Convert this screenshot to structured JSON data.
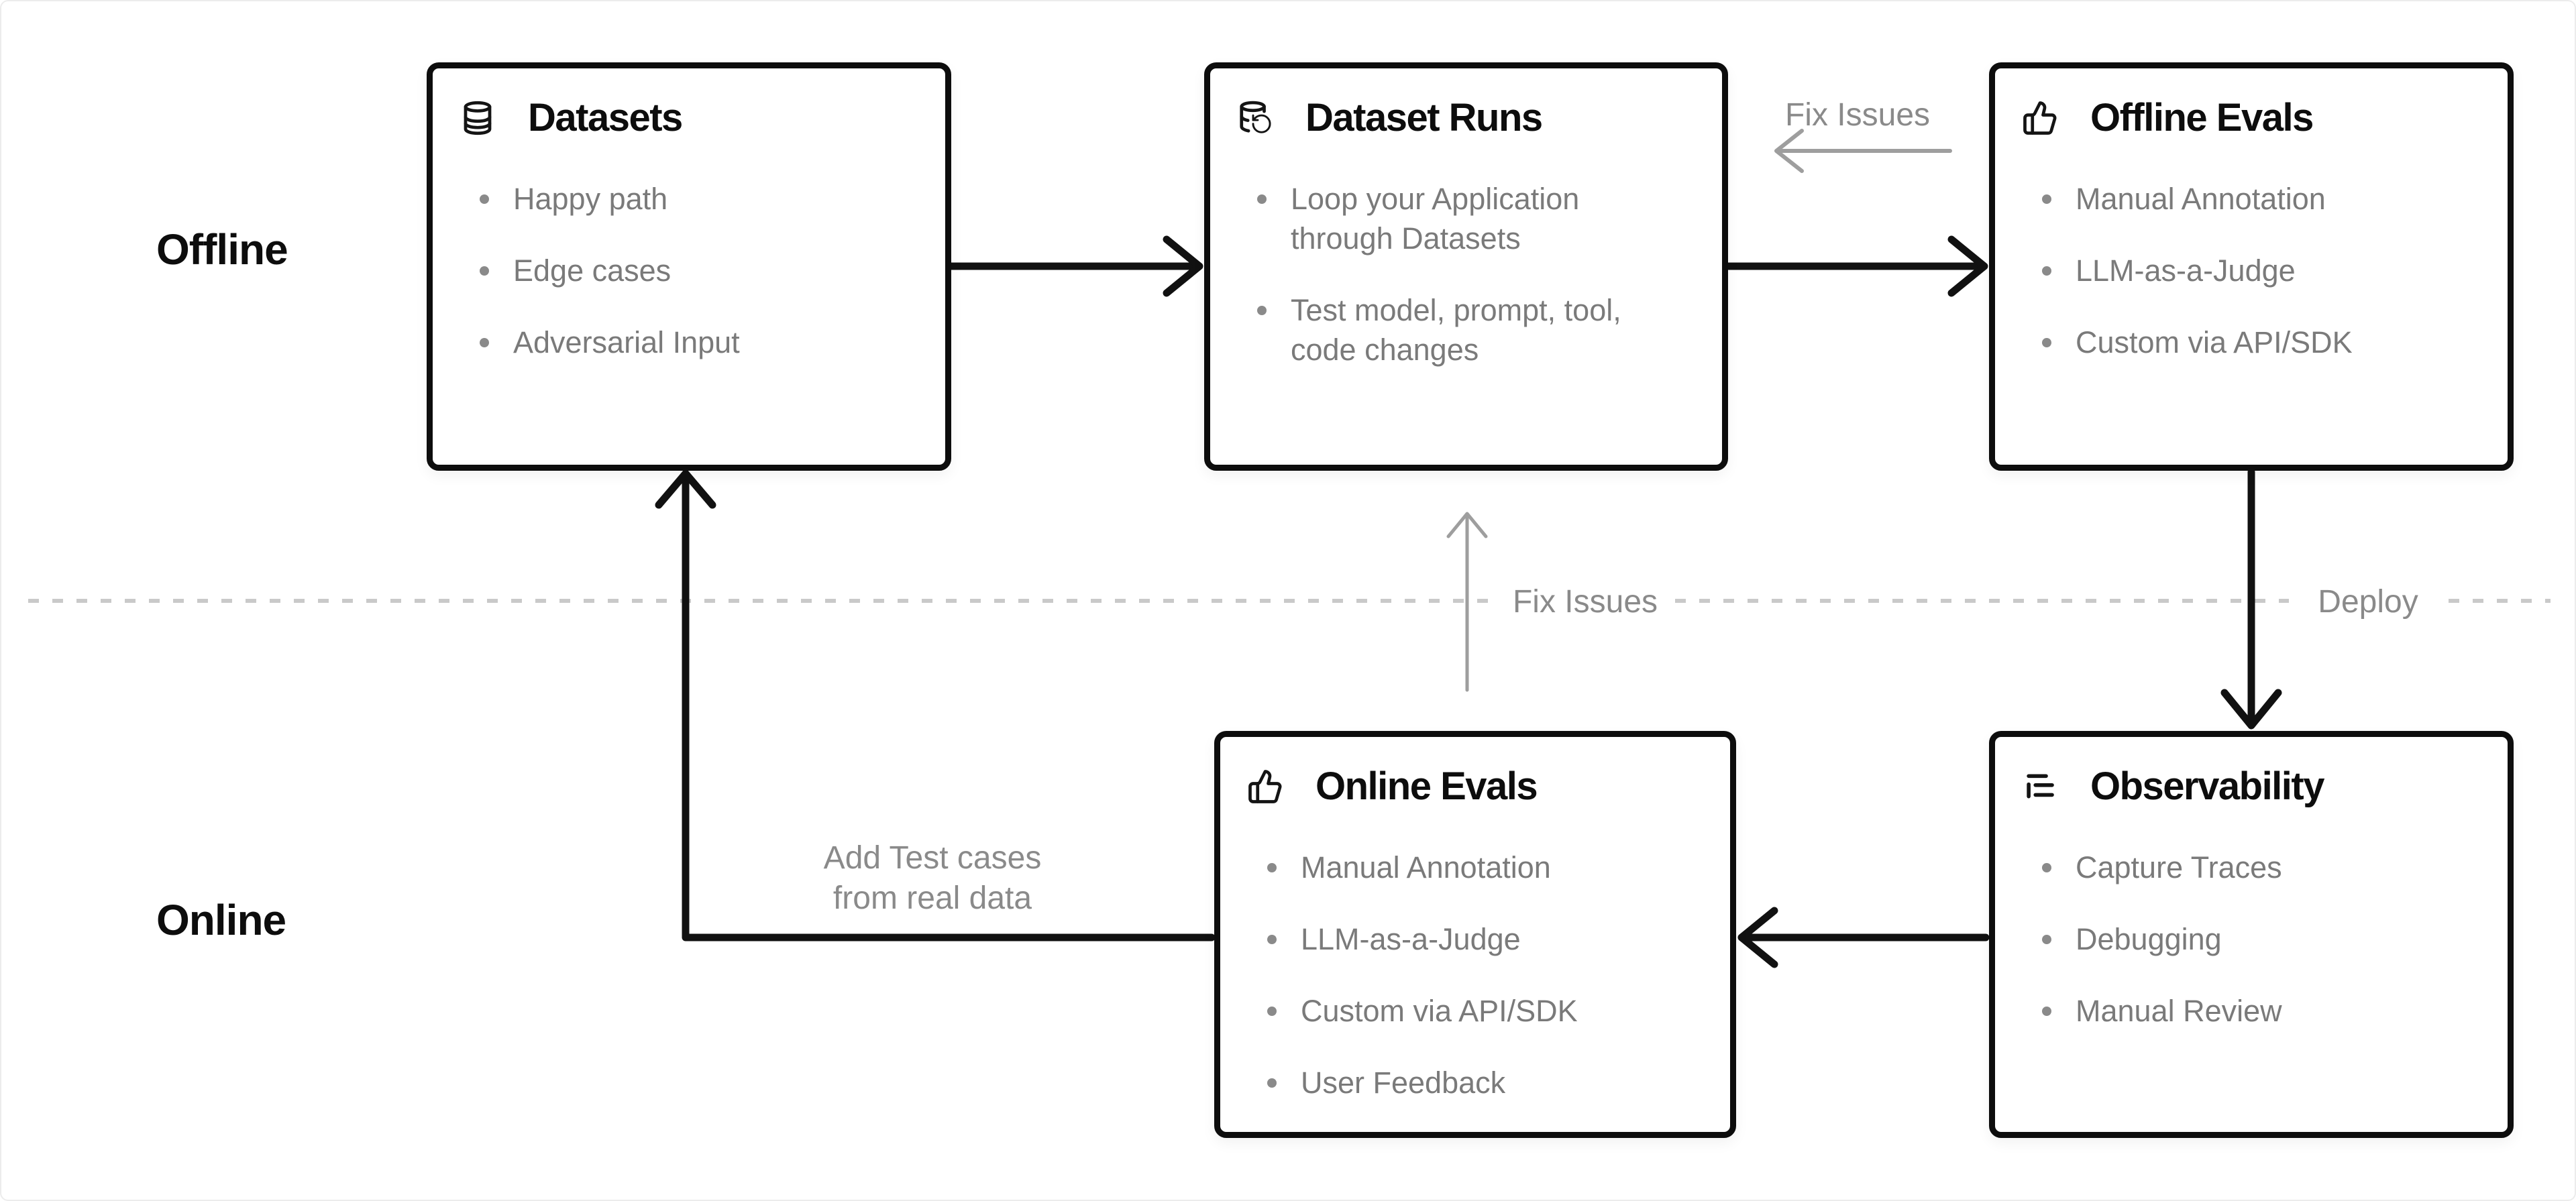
{
  "sections": {
    "offline": "Offline",
    "online": "Online"
  },
  "boxes": {
    "datasets": {
      "title": "Datasets",
      "icon": "database-icon",
      "bullets": [
        "Happy path",
        "Edge cases",
        "Adversarial Input"
      ]
    },
    "dataset_runs": {
      "title": "Dataset Runs",
      "icon": "dataset-runs-icon",
      "bullets": [
        "Loop your Application\nthrough Datasets",
        "Test model, prompt, tool,\ncode changes"
      ]
    },
    "offline_evals": {
      "title": "Offline Evals",
      "icon": "thumbs-up-icon",
      "bullets": [
        "Manual Annotation",
        "LLM-as-a-Judge",
        "Custom via API/SDK"
      ]
    },
    "online_evals": {
      "title": "Online Evals",
      "icon": "thumbs-up-icon",
      "bullets": [
        "Manual Annotation",
        "LLM-as-a-Judge",
        "Custom via API/SDK",
        "User Feedback"
      ]
    },
    "observability": {
      "title": "Observability",
      "icon": "logs-icon",
      "bullets": [
        "Capture Traces",
        "Debugging",
        "Manual Review"
      ]
    }
  },
  "annotations": {
    "fix_issues_top": "Fix Issues",
    "fix_issues_middle": "Fix Issues",
    "deploy": "Deploy",
    "add_test_cases": "Add Test cases\nfrom real data"
  },
  "colors": {
    "box_border": "#0d0d0d",
    "title_text": "#0d0d0d",
    "bullet_text": "#7a7a7a",
    "annotation_text": "#8a8a8a",
    "black_arrow": "#111111",
    "gray_arrow": "#9e9e9e",
    "dashed_divider": "#c9c9c9",
    "background": "#ffffff"
  }
}
